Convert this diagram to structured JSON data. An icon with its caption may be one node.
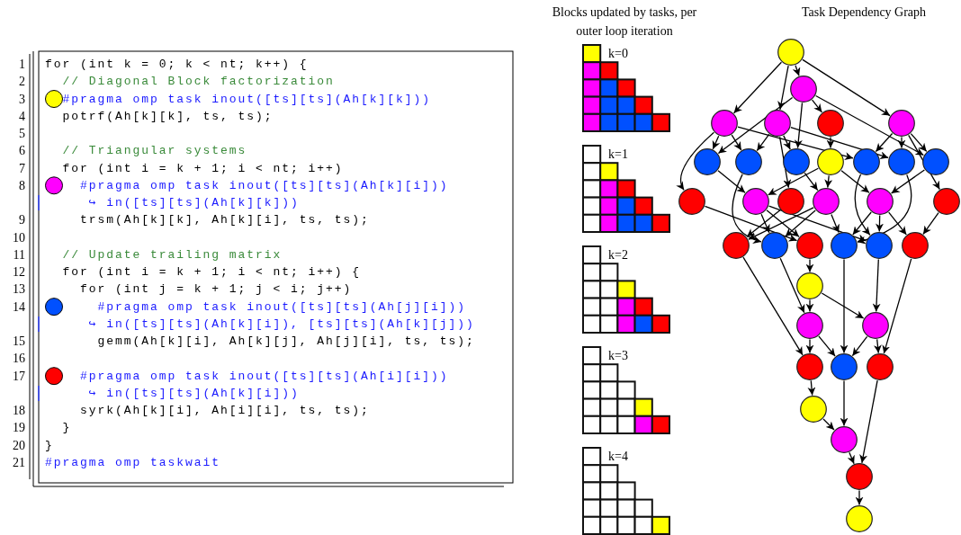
{
  "diagram": {
    "nodes": [
      {
        "text": [],
        "shape": "circle"
      },
      {
        "text": [],
        "shape": "circle"
      },
      {
        "text": [],
        "shape": "circle"
      },
      {
        "text": [],
        "shape": "circle"
      },
      {
        "text": [],
        "shape": "circle"
      },
      {
        "text": [],
        "shape": "circle"
      },
      {
        "text": [],
        "shape": "circle"
      },
      {
        "text": [],
        "shape": "circle"
      },
      {
        "text": [],
        "shape": "circle"
      },
      {
        "text": [],
        "shape": "circle"
      },
      {
        "text": [],
        "shape": "circle"
      },
      {
        "text": [],
        "shape": "circle"
      },
      {
        "text": [],
        "shape": "circle"
      },
      {
        "text": [],
        "shape": "circle"
      },
      {
        "text": [],
        "shape": "circle"
      },
      {
        "text": [],
        "shape": "circle"
      },
      {
        "text": [],
        "shape": "circle"
      },
      {
        "text": [],
        "shape": "circle"
      },
      {
        "text": [],
        "shape": "circle"
      },
      {
        "text": [],
        "shape": "circle"
      },
      {
        "text": [],
        "shape": "circle"
      },
      {
        "text": [],
        "shape": "circle"
      },
      {
        "text": [],
        "shape": "circle"
      },
      {
        "text": [],
        "shape": "circle"
      },
      {
        "text": [],
        "shape": "circle"
      },
      {
        "text": [],
        "shape": "circle"
      },
      {
        "text": [],
        "shape": "circle"
      },
      {
        "text": [],
        "shape": "circle"
      },
      {
        "text": [],
        "shape": "circle"
      },
      {
        "text": [],
        "shape": "circle"
      },
      {
        "text": [],
        "shape": "circle"
      },
      {
        "text": [],
        "shape": "circle"
      },
      {
        "text": [],
        "shape": "circle"
      },
      {
        "text": [],
        "shape": "circle"
      },
      {
        "text": [],
        "shape": "circle"
      }
    ],
    "edges": [
      {
        "from": 0,
        "to": 1,
        "arrow": "to"
      },
      {
        "from": 0,
        "to": 2,
        "arrow": "to"
      },
      {
        "from": 0,
        "to": 3,
        "arrow": "to"
      },
      {
        "from": 0,
        "to": 5,
        "arrow": "to"
      },
      {
        "from": 1,
        "to": 4,
        "arrow": "to"
      },
      {
        "from": 1,
        "to": 6,
        "arrow": "to"
      },
      {
        "from": 1,
        "to": 8,
        "arrow": "to"
      },
      {
        "from": 1,
        "to": 12,
        "arrow": "to"
      },
      {
        "from": 2,
        "to": 13,
        "arrow": "to"
      },
      {
        "from": 2,
        "to": 6,
        "arrow": "to"
      },
      {
        "from": 2,
        "to": 7,
        "arrow": "to"
      },
      {
        "from": 2,
        "to": 10,
        "arrow": "to"
      },
      {
        "from": 3,
        "to": 15,
        "arrow": "to"
      },
      {
        "from": 3,
        "to": 8,
        "arrow": "to"
      },
      {
        "from": 3,
        "to": 7,
        "arrow": "to"
      },
      {
        "from": 3,
        "to": 11,
        "arrow": "to"
      },
      {
        "from": 5,
        "to": 18,
        "arrow": "to"
      },
      {
        "from": 5,
        "to": 12,
        "arrow": "to"
      },
      {
        "from": 5,
        "to": 10,
        "arrow": "to"
      },
      {
        "from": 5,
        "to": 11,
        "arrow": "to"
      },
      {
        "from": 4,
        "to": 9,
        "arrow": "to"
      },
      {
        "from": 9,
        "to": 14,
        "arrow": "to"
      },
      {
        "from": 9,
        "to": 16,
        "arrow": "to"
      },
      {
        "from": 9,
        "to": 17,
        "arrow": "to"
      },
      {
        "from": 6,
        "to": 14,
        "arrow": "to"
      },
      {
        "from": 8,
        "to": 16,
        "arrow": "to"
      },
      {
        "from": 12,
        "to": 17,
        "arrow": "to"
      },
      {
        "from": 7,
        "to": 20,
        "arrow": "to"
      },
      {
        "from": 16,
        "to": 20,
        "arrow": "to"
      },
      {
        "from": 14,
        "to": 20,
        "arrow": "to"
      },
      {
        "from": 13,
        "to": 21,
        "arrow": "to"
      },
      {
        "from": 14,
        "to": 21,
        "arrow": "to"
      },
      {
        "from": 10,
        "to": 23,
        "arrow": "to"
      },
      {
        "from": 17,
        "to": 23,
        "arrow": "to"
      },
      {
        "from": 14,
        "to": 23,
        "arrow": "to"
      },
      {
        "from": 11,
        "to": 22,
        "arrow": "to"
      },
      {
        "from": 17,
        "to": 22,
        "arrow": "to"
      },
      {
        "from": 16,
        "to": 22,
        "arrow": "to"
      },
      {
        "from": 15,
        "to": 19,
        "arrow": "to"
      },
      {
        "from": 16,
        "to": 19,
        "arrow": "to"
      },
      {
        "from": 18,
        "to": 24,
        "arrow": "to"
      },
      {
        "from": 17,
        "to": 24,
        "arrow": "to"
      },
      {
        "from": 21,
        "to": 25,
        "arrow": "to"
      },
      {
        "from": 25,
        "to": 26,
        "arrow": "to"
      },
      {
        "from": 20,
        "to": 26,
        "arrow": "to"
      },
      {
        "from": 25,
        "to": 27,
        "arrow": "to"
      },
      {
        "from": 23,
        "to": 27,
        "arrow": "to"
      },
      {
        "from": 22,
        "to": 29,
        "arrow": "to"
      },
      {
        "from": 27,
        "to": 29,
        "arrow": "to"
      },
      {
        "from": 26,
        "to": 29,
        "arrow": "to"
      },
      {
        "from": 19,
        "to": 28,
        "arrow": "to"
      },
      {
        "from": 26,
        "to": 28,
        "arrow": "to"
      },
      {
        "from": 24,
        "to": 30,
        "arrow": "to"
      },
      {
        "from": 27,
        "to": 30,
        "arrow": "to"
      },
      {
        "from": 28,
        "to": 31,
        "arrow": "to"
      },
      {
        "from": 31,
        "to": 32,
        "arrow": "to"
      },
      {
        "from": 29,
        "to": 32,
        "arrow": "to"
      },
      {
        "from": 30,
        "to": 33,
        "arrow": "to"
      },
      {
        "from": 32,
        "to": 33,
        "arrow": "to"
      },
      {
        "from": 33,
        "to": 34,
        "arrow": "to"
      }
    ],
    "labels": [
      "1",
      "for (int k = 0; k < nt; k++) {",
      "2",
      "// Diagonal Block factorization",
      "3",
      "#pragma omp task inout([ts][ts](Ah[k][k]))",
      "4",
      "potrf(Ah[k][k], ts, ts);",
      "5",
      "6",
      "// Triangular systems",
      "7",
      "for (int i = k + 1; i < nt; i++)",
      "8",
      "#pragma omp task inout([ts][ts](Ah[k][i]))",
      "↪ in([ts][ts](Ah[k][k]))",
      "9",
      "trsm(Ah[k][k], Ah[k][i], ts, ts);",
      "10",
      "11",
      "// Update trailing matrix",
      "12",
      "for (int i = k + 1; i < nt; i++) {",
      "13",
      "for (int j = k + 1; j < i; j++)",
      "14",
      "#pragma omp task inout([ts][ts](Ah[j][i]))",
      "↪ in([ts][ts](Ah[k][i]), [ts][ts](Ah[k][j]))",
      "15",
      "gemm(Ah[k][i], Ah[k][j], Ah[j][i], ts, ts);",
      "16",
      "17",
      "#pragma omp task inout([ts][ts](Ah[i][i]))",
      "↪ in([ts][ts](Ah[k][i]))",
      "18",
      "syrk(Ah[k][i], Ah[i][i], ts, ts);",
      "19",
      "}",
      "20",
      "}",
      "21",
      "#pragma omp taskwait",
      "Blocks updated by tasks, per outer loop iteration",
      "Task Dependency Graph",
      "k=0",
      "k=1",
      "k=2",
      "k=3",
      "k=4"
    ]
  }
}
